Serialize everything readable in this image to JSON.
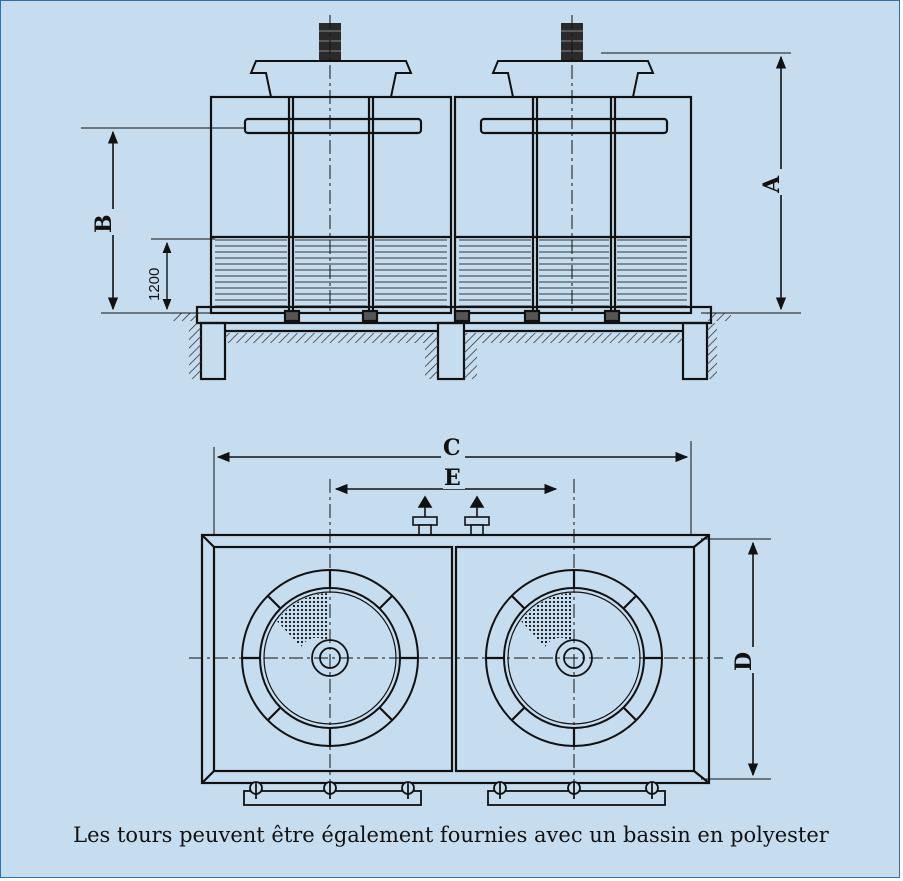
{
  "dimension_labels": {
    "a": "A",
    "b": "B",
    "c": "C",
    "d": "D",
    "e": "E",
    "basin_height": "1200"
  },
  "caption": "Les tours peuvent être également fournies avec un bassin en polyester"
}
